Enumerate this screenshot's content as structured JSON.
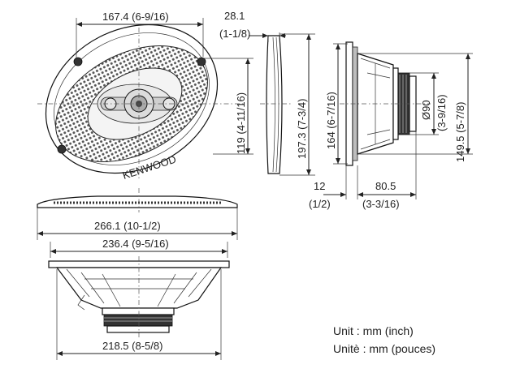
{
  "brand_logo_text": "KENWOOD",
  "dimensions": {
    "top_width": "167.4 (6-9/16)",
    "mount_depth_mm": "28.1",
    "mount_depth_in": "(1-1/8)",
    "face_height": "119 (4-11/16)",
    "outer_height": "197.3 (7-3/4)",
    "gasket_height": "164 (6-7/16)",
    "magnet_dia_mm": "Ø90",
    "magnet_dia_in": "(3-9/16)",
    "overall_height": "149.5 (5-7/8)",
    "flange_thick_mm": "12",
    "flange_thick_in": "(1/2)",
    "depth_mm": "80.5",
    "depth_in": "(3-3/16)",
    "overall_width": "266.1 (10-1/2)",
    "cutout_width": "236.4 (9-5/16)",
    "bottom_width": "218.5 (8-5/8)"
  },
  "units": {
    "en": "Unit : mm (inch)",
    "fr": "Unitè : mm (pouces)"
  }
}
